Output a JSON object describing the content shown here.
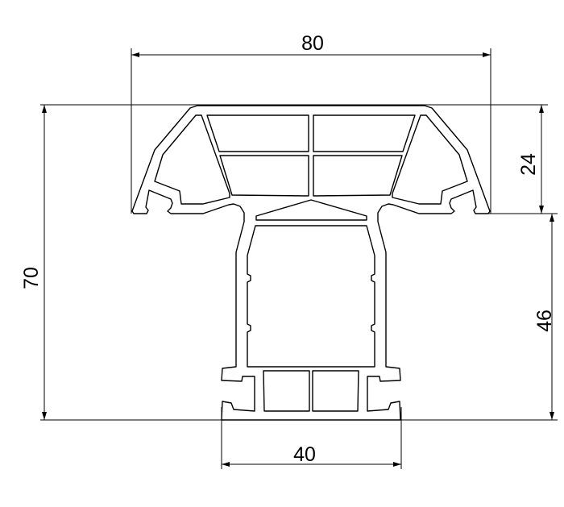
{
  "drawing": {
    "type": "profile cross-section",
    "line_color": "#000000",
    "background": "#ffffff",
    "dimensions": {
      "top_width": "80",
      "total_height": "70",
      "top_height": "24",
      "lower_height": "46",
      "bottom_width": "40"
    }
  }
}
